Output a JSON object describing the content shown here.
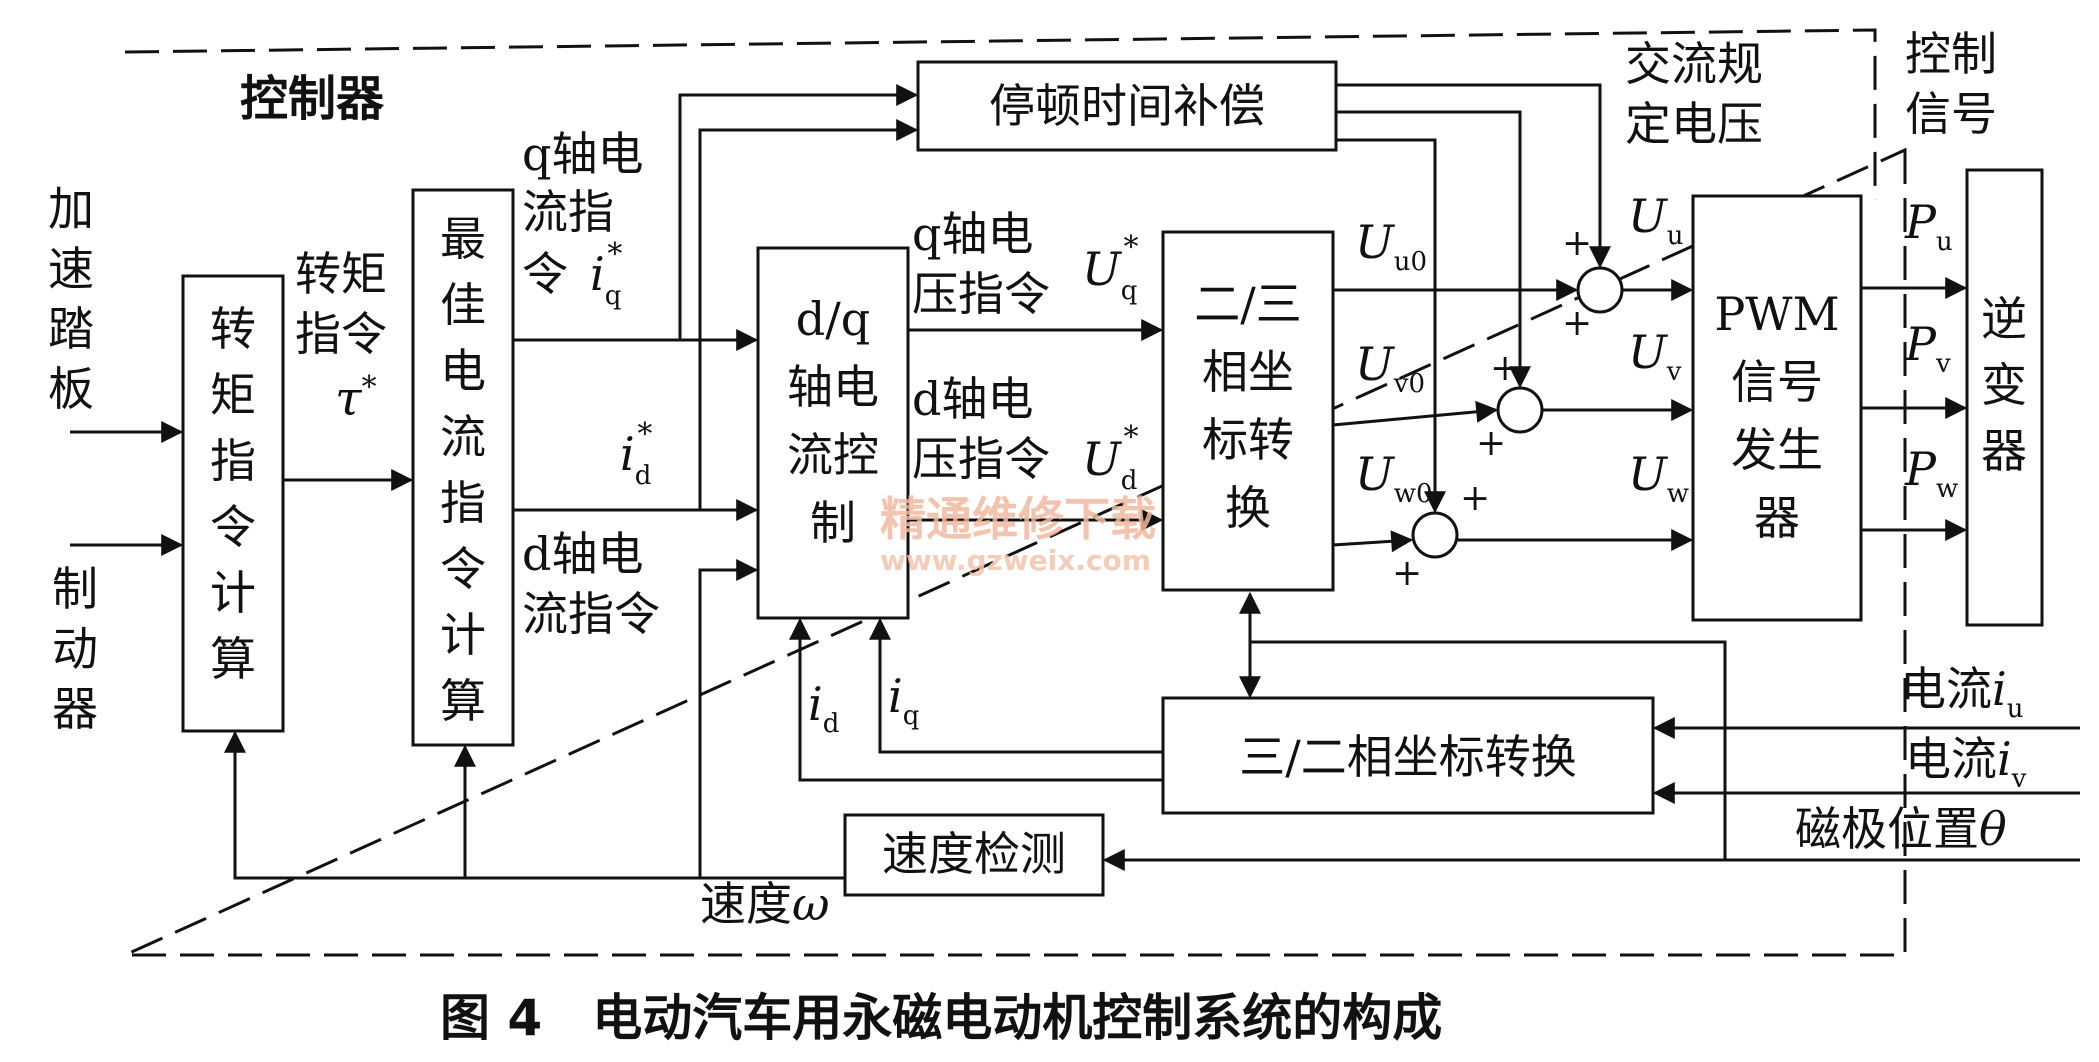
{
  "controller_title": "控制器",
  "inputs": {
    "accel_pedal": "加速踏板",
    "brake": "制动器"
  },
  "blocks": {
    "torque_cmd": "转矩指令计算",
    "optimal_current": "最佳电流指令计算",
    "dq_control": [
      "d/q",
      "轴电",
      "流控",
      "制"
    ],
    "deadtime": "停顿时间补偿",
    "coord_2to3": [
      "二/三",
      "相坐",
      "标转",
      "换"
    ],
    "pwm": [
      "PWM",
      "信号",
      "发生",
      "器"
    ],
    "inverter": "逆变器",
    "coord_3to2": "三/二相坐标转换",
    "speed_detect": "速度检测"
  },
  "signals": {
    "torque_cmd_label": [
      "转矩",
      "指令"
    ],
    "tau": "τ",
    "star": "*",
    "q_current_cmd": [
      "q轴电",
      "流指",
      "令"
    ],
    "i_letter": "i",
    "sub_q": "q",
    "sub_d": "d",
    "d_current_cmd": [
      "d轴电",
      "流指令"
    ],
    "q_voltage_cmd": [
      "q轴电",
      "压指令"
    ],
    "d_voltage_cmd": [
      "d轴电",
      "压指令"
    ],
    "U_letter": "U",
    "ac_voltage": [
      "交流规",
      "定电压"
    ],
    "control_signal": [
      "控制",
      "信号"
    ],
    "sub_u0": "u0",
    "sub_v0": "v0",
    "sub_w0": "w0",
    "sub_u": "u",
    "sub_v": "v",
    "sub_w": "w",
    "P_letter": "P",
    "plus": "+",
    "current_iu": "电流",
    "current_iv": "电流",
    "magnet_pos": "磁极位置",
    "theta": "θ",
    "speed_label": "速度",
    "omega": "ω"
  },
  "watermark": {
    "cn": "精通维修下载",
    "url": "www.gzweix.com"
  },
  "caption": "图 4　电动汽车用永磁电动机控制系统的构成"
}
